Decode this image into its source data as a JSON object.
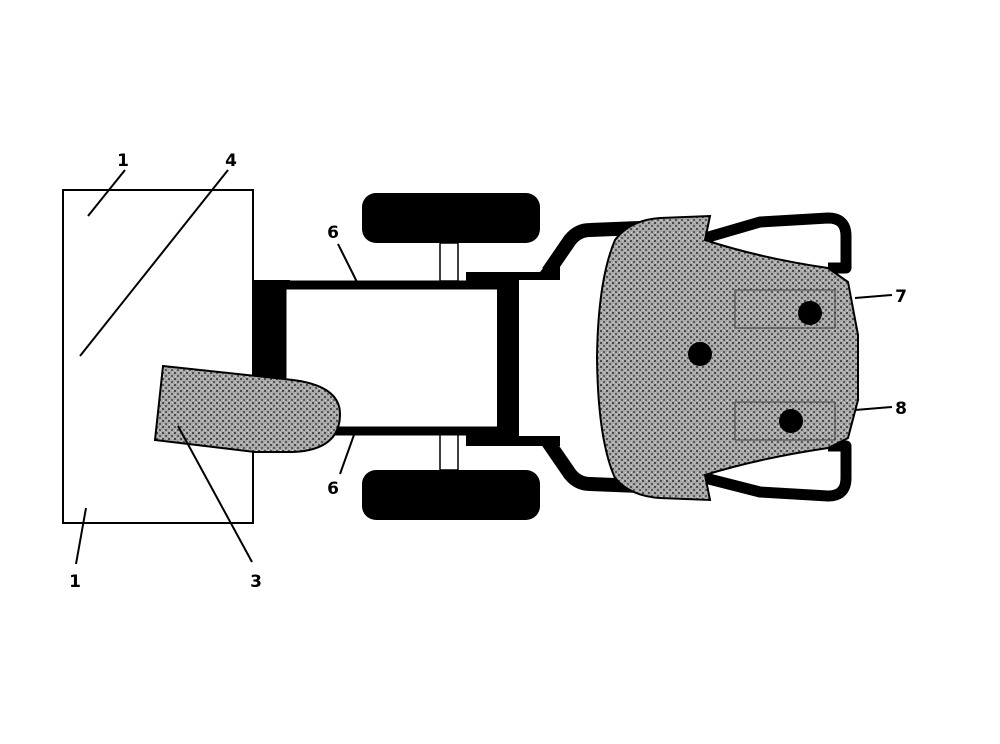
{
  "colors": {
    "ink": "#000000",
    "paper": "#ffffff",
    "stipple": "#8c8c8c",
    "stipple_dark": "#555555"
  },
  "callouts": {
    "blade_top": "1",
    "blade_bottom": "1",
    "blade_center": "4",
    "chute": "3",
    "frame_top": "6",
    "frame_bottom": "6",
    "seat_upper": "7",
    "seat_lower": "8"
  },
  "icons": {
    "stipple_texture": "stipple-pattern-icon"
  }
}
